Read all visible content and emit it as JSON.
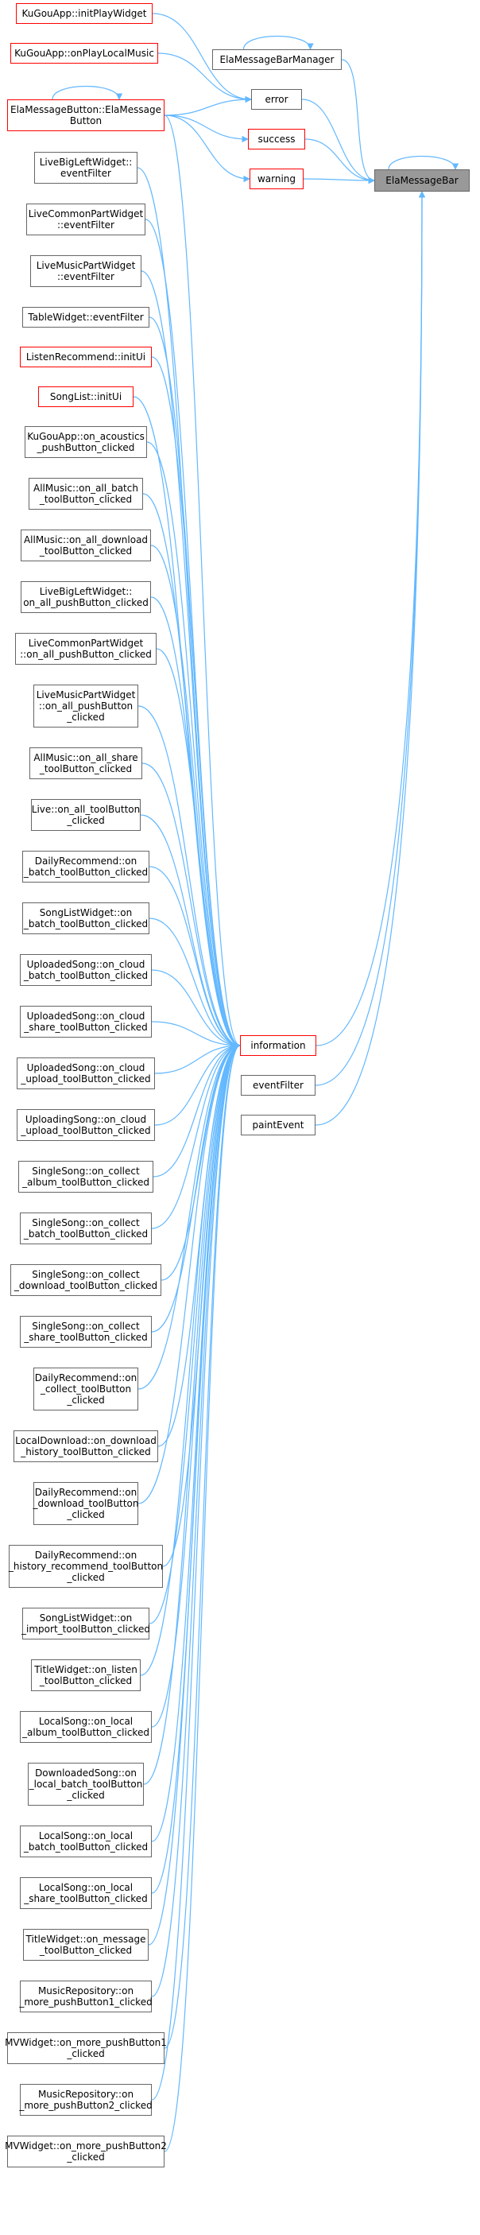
{
  "graph": {
    "edge_color": "#63b8ff",
    "node_border_color": "#666666",
    "highlight_border_color": "#ff0000",
    "target_fill_color": "#999999",
    "nodes": [
      {
        "id": "elamessagebar",
        "label": "ElaMessageBar",
        "target": true,
        "red": false
      },
      {
        "id": "elamessagebarmanager",
        "label": "ElaMessageBarManager",
        "red": false
      },
      {
        "id": "error",
        "label": "error",
        "red": false
      },
      {
        "id": "success",
        "label": "success",
        "red": true
      },
      {
        "id": "warning",
        "label": "warning",
        "red": true
      },
      {
        "id": "information",
        "label": "information",
        "red": true
      },
      {
        "id": "eventfilter",
        "label": "eventFilter",
        "red": false
      },
      {
        "id": "paintevent",
        "label": "paintEvent",
        "red": false
      },
      {
        "id": "kugou-initplaywidget",
        "label": "KuGouApp::initPlayWidget",
        "red": true
      },
      {
        "id": "kugou-onplaylocalmusic",
        "label": "KuGouApp::onPlayLocalMusic",
        "red": true
      },
      {
        "id": "elamessagebutton",
        "label": "ElaMessageButton::ElaMessage\nButton",
        "red": true
      },
      {
        "id": "livebigleft-eventfilter",
        "label": "LiveBigLeftWidget::\neventFilter",
        "red": false
      },
      {
        "id": "livecommonpart-eventfilter",
        "label": "LiveCommonPartWidget\n::eventFilter",
        "red": false
      },
      {
        "id": "livemusicpart-eventfilter",
        "label": "LiveMusicPartWidget\n::eventFilter",
        "red": false
      },
      {
        "id": "tablewidget-eventfilter",
        "label": "TableWidget::eventFilter",
        "red": false
      },
      {
        "id": "listenrecommend-initui",
        "label": "ListenRecommend::initUi",
        "red": true
      },
      {
        "id": "songlist-initui",
        "label": "SongList::initUi",
        "red": true
      },
      {
        "id": "kugou-acoustics",
        "label": "KuGouApp::on_acoustics\n_pushButton_clicked",
        "red": false
      },
      {
        "id": "allmusic-batch",
        "label": "AllMusic::on_all_batch\n_toolButton_clicked",
        "red": false
      },
      {
        "id": "allmusic-download",
        "label": "AllMusic::on_all_download\n_toolButton_clicked",
        "red": false
      },
      {
        "id": "livebigleft-allpush",
        "label": "LiveBigLeftWidget::\non_all_pushButton_clicked",
        "red": false
      },
      {
        "id": "livecommonpart-allpush",
        "label": "LiveCommonPartWidget\n::on_all_pushButton_clicked",
        "red": false
      },
      {
        "id": "livemusicpart-allpush",
        "label": "LiveMusicPartWidget\n::on_all_pushButton\n_clicked",
        "red": false
      },
      {
        "id": "allmusic-share",
        "label": "AllMusic::on_all_share\n_toolButton_clicked",
        "red": false
      },
      {
        "id": "live-alltool",
        "label": "Live::on_all_toolButton\n_clicked",
        "red": false
      },
      {
        "id": "dailyrecommend-batch",
        "label": "DailyRecommend::on\n_batch_toolButton_clicked",
        "red": false
      },
      {
        "id": "songlistwidget-batch",
        "label": "SongListWidget::on\n_batch_toolButton_clicked",
        "red": false
      },
      {
        "id": "uploadedsong-cloudbatch",
        "label": "UploadedSong::on_cloud\n_batch_toolButton_clicked",
        "red": false
      },
      {
        "id": "uploadedsong-cloudshare",
        "label": "UploadedSong::on_cloud\n_share_toolButton_clicked",
        "red": false
      },
      {
        "id": "uploadedsong-cloudupload",
        "label": "UploadedSong::on_cloud\n_upload_toolButton_clicked",
        "red": false
      },
      {
        "id": "uploadingsong-cloudupload",
        "label": "UploadingSong::on_cloud\n_upload_toolButton_clicked",
        "red": false
      },
      {
        "id": "singlesong-collectalbum",
        "label": "SingleSong::on_collect\n_album_toolButton_clicked",
        "red": false
      },
      {
        "id": "singlesong-collectbatch",
        "label": "SingleSong::on_collect\n_batch_toolButton_clicked",
        "red": false
      },
      {
        "id": "singlesong-collectdownload",
        "label": "SingleSong::on_collect\n_download_toolButton_clicked",
        "red": false
      },
      {
        "id": "singlesong-collectshare",
        "label": "SingleSong::on_collect\n_share_toolButton_clicked",
        "red": false
      },
      {
        "id": "dailyrecommend-collect",
        "label": "DailyRecommend::on\n_collect_toolButton\n_clicked",
        "red": false
      },
      {
        "id": "localdownload-history",
        "label": "LocalDownload::on_download\n_history_toolButton_clicked",
        "red": false
      },
      {
        "id": "dailyrecommend-download",
        "label": "DailyRecommend::on\n_download_toolButton\n_clicked",
        "red": false
      },
      {
        "id": "dailyrecommend-history",
        "label": "DailyRecommend::on\n_history_recommend_toolButton\n_clicked",
        "red": false
      },
      {
        "id": "songlistwidget-import",
        "label": "SongListWidget::on\n_import_toolButton_clicked",
        "red": false
      },
      {
        "id": "titlewidget-listen",
        "label": "TitleWidget::on_listen\n_toolButton_clicked",
        "red": false
      },
      {
        "id": "localsong-album",
        "label": "LocalSong::on_local\n_album_toolButton_clicked",
        "red": false
      },
      {
        "id": "downloadedsong-localbatch",
        "label": "DownloadedSong::on\n_local_batch_toolButton\n_clicked",
        "red": false
      },
      {
        "id": "localsong-batch",
        "label": "LocalSong::on_local\n_batch_toolButton_clicked",
        "red": false
      },
      {
        "id": "localsong-share",
        "label": "LocalSong::on_local\n_share_toolButton_clicked",
        "red": false
      },
      {
        "id": "titlewidget-message",
        "label": "TitleWidget::on_message\n_toolButton_clicked",
        "red": false
      },
      {
        "id": "musicrepository-more1",
        "label": "MusicRepository::on\n_more_pushButton1_clicked",
        "red": false
      },
      {
        "id": "mvwidget-more1",
        "label": "MVWidget::on_more_pushButton1\n_clicked",
        "red": false
      },
      {
        "id": "musicrepository-more2",
        "label": "MusicRepository::on\n_more_pushButton2_clicked",
        "red": false
      },
      {
        "id": "mvwidget-more2",
        "label": "MVWidget::on_more_pushButton2\n_clicked",
        "red": false
      }
    ],
    "edges": [
      [
        "elamessagebarmanager",
        "elamessagebarmanager"
      ],
      [
        "elamessagebutton",
        "elamessagebutton"
      ],
      [
        "elamessagebar",
        "elamessagebar"
      ],
      [
        "elamessagebarmanager",
        "elamessagebar"
      ],
      [
        "error",
        "elamessagebar"
      ],
      [
        "success",
        "elamessagebar"
      ],
      [
        "warning",
        "elamessagebar"
      ],
      [
        "information",
        "elamessagebar"
      ],
      [
        "eventfilter",
        "elamessagebar"
      ],
      [
        "paintevent",
        "elamessagebar"
      ],
      [
        "kugou-initplaywidget",
        "error"
      ],
      [
        "kugou-onplaylocalmusic",
        "error"
      ],
      [
        "elamessagebutton",
        "error"
      ],
      [
        "elamessagebutton",
        "success"
      ],
      [
        "elamessagebutton",
        "warning"
      ],
      [
        "elamessagebutton",
        "information"
      ],
      [
        "livebigleft-eventfilter",
        "information"
      ],
      [
        "livecommonpart-eventfilter",
        "information"
      ],
      [
        "livemusicpart-eventfilter",
        "information"
      ],
      [
        "tablewidget-eventfilter",
        "information"
      ],
      [
        "listenrecommend-initui",
        "information"
      ],
      [
        "songlist-initui",
        "information"
      ],
      [
        "kugou-acoustics",
        "information"
      ],
      [
        "allmusic-batch",
        "information"
      ],
      [
        "allmusic-download",
        "information"
      ],
      [
        "livebigleft-allpush",
        "information"
      ],
      [
        "livecommonpart-allpush",
        "information"
      ],
      [
        "livemusicpart-allpush",
        "information"
      ],
      [
        "allmusic-share",
        "information"
      ],
      [
        "live-alltool",
        "information"
      ],
      [
        "dailyrecommend-batch",
        "information"
      ],
      [
        "songlistwidget-batch",
        "information"
      ],
      [
        "uploadedsong-cloudbatch",
        "information"
      ],
      [
        "uploadedsong-cloudshare",
        "information"
      ],
      [
        "uploadedsong-cloudupload",
        "information"
      ],
      [
        "uploadingsong-cloudupload",
        "information"
      ],
      [
        "singlesong-collectalbum",
        "information"
      ],
      [
        "singlesong-collectbatch",
        "information"
      ],
      [
        "singlesong-collectdownload",
        "information"
      ],
      [
        "singlesong-collectshare",
        "information"
      ],
      [
        "dailyrecommend-collect",
        "information"
      ],
      [
        "localdownload-history",
        "information"
      ],
      [
        "dailyrecommend-download",
        "information"
      ],
      [
        "dailyrecommend-history",
        "information"
      ],
      [
        "songlistwidget-import",
        "information"
      ],
      [
        "titlewidget-listen",
        "information"
      ],
      [
        "localsong-album",
        "information"
      ],
      [
        "downloadedsong-localbatch",
        "information"
      ],
      [
        "localsong-batch",
        "information"
      ],
      [
        "localsong-share",
        "information"
      ],
      [
        "titlewidget-message",
        "information"
      ],
      [
        "musicrepository-more1",
        "information"
      ],
      [
        "mvwidget-more1",
        "information"
      ],
      [
        "musicrepository-more2",
        "information"
      ],
      [
        "mvwidget-more2",
        "information"
      ]
    ]
  }
}
